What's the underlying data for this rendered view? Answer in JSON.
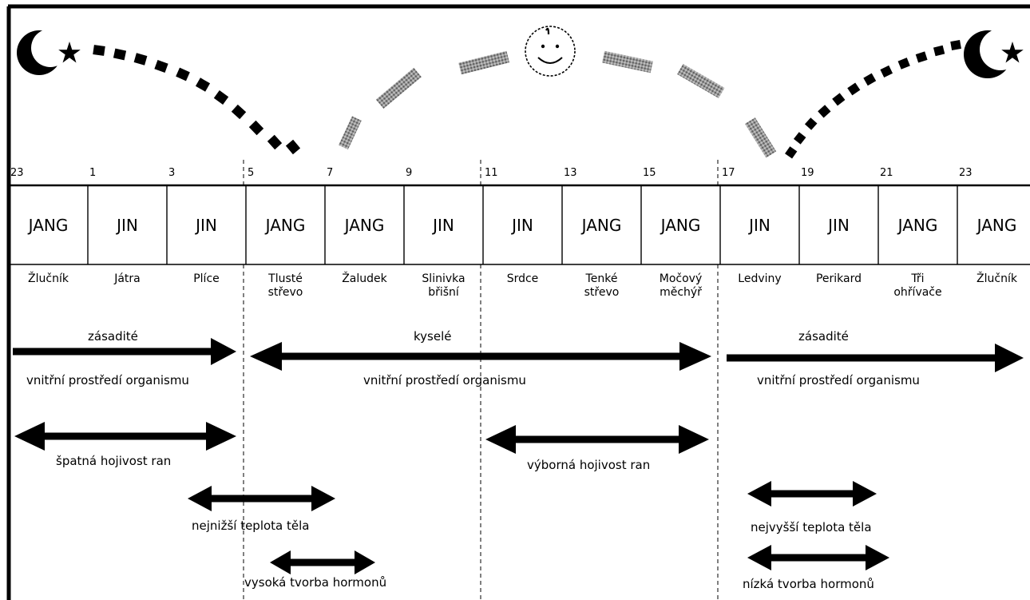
{
  "hours": [
    "23",
    "1",
    "3",
    "5",
    "7",
    "9",
    "11",
    "13",
    "15",
    "17",
    "19",
    "21",
    "23"
  ],
  "energies": [
    "JANG",
    "JIN",
    "JIN",
    "JANG",
    "JANG",
    "JIN",
    "JIN",
    "JANG",
    "JANG",
    "JIN",
    "JIN",
    "JANG",
    "JANG"
  ],
  "organs": [
    "Žlučník",
    "Játra",
    "Plíce",
    "Tlusté\nstřevo",
    "Žaludek",
    "Slinivka\nbřišní",
    "Srdce",
    "Tenké\nstřevo",
    "Močový\nměchýř",
    "Ledviny",
    "Perikard",
    "Tři\nohřívače",
    "Žlučník"
  ],
  "arrows": {
    "alkaline_left_label": "zásadité",
    "acidic_label": "kyselé",
    "alkaline_right_label": "zásadité",
    "milieu_left": "vnitřní prostředí organismu",
    "milieu_center": "vnitřní prostředí organismu",
    "milieu_right": "vnitřní prostředí organismu",
    "poor_healing": "špatná hojivost ran",
    "excellent_healing": "výborná hojivost ran",
    "lowest_temp": "nejnižší teplota těla",
    "highest_temp": "nejvyšší teplota těla",
    "high_hormones": "vysoká tvorba hormonů",
    "low_hormones": "nízká tvorba hormonů"
  },
  "icons": {
    "left": "crescent-star-icon",
    "center": "smiley-sun-icon",
    "right": "crescent-star-icon"
  },
  "colors": {
    "ink": "#000000",
    "sun_path": "#8a8a8a"
  }
}
